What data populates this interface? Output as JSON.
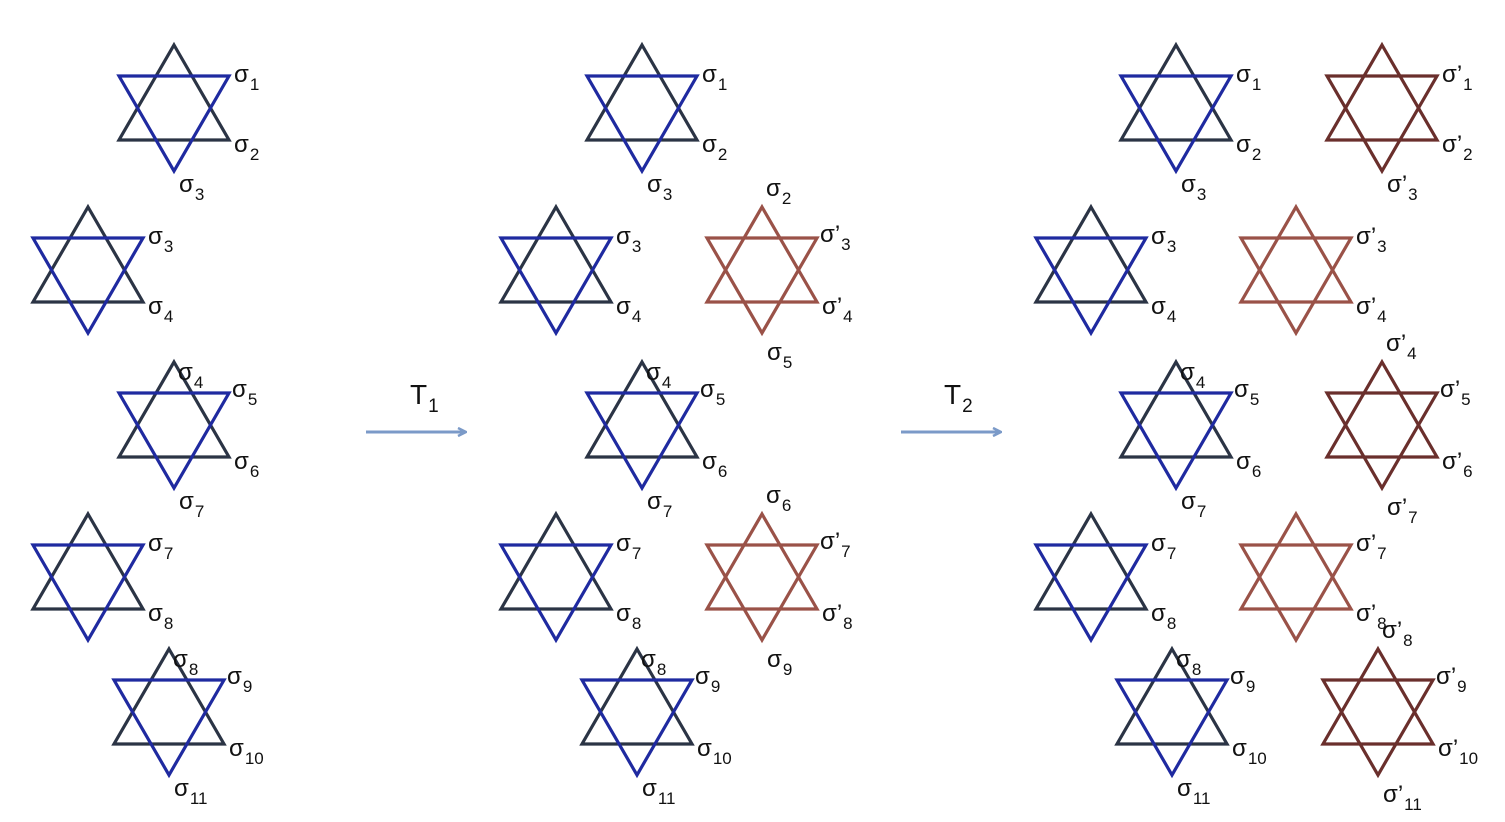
{
  "colors": {
    "up_triangle": "#2b3445",
    "down_triangle": "#1f2aa0",
    "light_brown": "#9a5248",
    "dark_brown": "#6a2f2c",
    "arrow": "#7b9ac8",
    "text": "#111111"
  },
  "operators": [
    {
      "base": "T",
      "sub": "1"
    },
    {
      "base": "T",
      "sub": "2"
    }
  ],
  "columns": [
    {
      "stars": [
        {
          "color": "blue",
          "labels": [
            {
              "base": "σ",
              "sub": "1"
            },
            {
              "base": "σ",
              "sub": "2"
            },
            {
              "base": "σ",
              "sub": "3"
            }
          ]
        },
        {
          "color": "blue",
          "labels": [
            {
              "base": "σ",
              "sub": "3"
            },
            {
              "base": "σ",
              "sub": "4"
            }
          ]
        },
        {
          "color": "blue",
          "labels": [
            {
              "base": "σ",
              "sub": "4"
            },
            {
              "base": "σ",
              "sub": "5"
            },
            {
              "base": "σ",
              "sub": "6"
            },
            {
              "base": "σ",
              "sub": "7"
            }
          ]
        },
        {
          "color": "blue",
          "labels": [
            {
              "base": "σ",
              "sub": "7"
            },
            {
              "base": "σ",
              "sub": "8"
            }
          ]
        },
        {
          "color": "blue",
          "labels": [
            {
              "base": "σ",
              "sub": "8"
            },
            {
              "base": "σ",
              "sub": "9"
            },
            {
              "base": "σ",
              "sub": "10"
            },
            {
              "base": "σ",
              "sub": "11"
            }
          ]
        }
      ]
    },
    {
      "stars": [
        {
          "color": "blue",
          "labels": [
            {
              "base": "σ",
              "sub": "1"
            },
            {
              "base": "σ",
              "sub": "2"
            },
            {
              "base": "σ",
              "sub": "3"
            }
          ]
        },
        {
          "color": "blue",
          "labels": [
            {
              "base": "σ",
              "sub": "3"
            },
            {
              "base": "σ",
              "sub": "4"
            }
          ]
        },
        {
          "color": "light_brown",
          "labels": [
            {
              "base": "σ",
              "sub": "2"
            },
            {
              "base": "σ’",
              "sub": "3"
            },
            {
              "base": "σ’",
              "sub": "4"
            },
            {
              "base": "σ",
              "sub": "5"
            }
          ]
        },
        {
          "color": "blue",
          "labels": [
            {
              "base": "σ",
              "sub": "4"
            },
            {
              "base": "σ",
              "sub": "5"
            },
            {
              "base": "σ",
              "sub": "6"
            },
            {
              "base": "σ",
              "sub": "7"
            }
          ]
        },
        {
          "color": "blue",
          "labels": [
            {
              "base": "σ",
              "sub": "7"
            },
            {
              "base": "σ",
              "sub": "8"
            }
          ]
        },
        {
          "color": "light_brown",
          "labels": [
            {
              "base": "σ",
              "sub": "6"
            },
            {
              "base": "σ’",
              "sub": "7"
            },
            {
              "base": "σ’",
              "sub": "8"
            },
            {
              "base": "σ",
              "sub": "9"
            }
          ]
        },
        {
          "color": "blue",
          "labels": [
            {
              "base": "σ",
              "sub": "8"
            },
            {
              "base": "σ",
              "sub": "9"
            },
            {
              "base": "σ",
              "sub": "10"
            },
            {
              "base": "σ",
              "sub": "11"
            }
          ]
        }
      ]
    },
    {
      "stars": [
        {
          "color": "blue",
          "labels": [
            {
              "base": "σ",
              "sub": "1"
            },
            {
              "base": "σ",
              "sub": "2"
            },
            {
              "base": "σ",
              "sub": "3"
            }
          ]
        },
        {
          "color": "dark_brown",
          "labels": [
            {
              "base": "σ’",
              "sub": "1"
            },
            {
              "base": "σ’",
              "sub": "2"
            },
            {
              "base": "σ’",
              "sub": "3"
            }
          ]
        },
        {
          "color": "blue",
          "labels": [
            {
              "base": "σ",
              "sub": "3"
            },
            {
              "base": "σ",
              "sub": "4"
            }
          ]
        },
        {
          "color": "light_brown",
          "labels": [
            {
              "base": "σ’",
              "sub": "3"
            },
            {
              "base": "σ’",
              "sub": "4"
            }
          ]
        },
        {
          "color": "blue",
          "labels": [
            {
              "base": "σ",
              "sub": "4"
            },
            {
              "base": "σ",
              "sub": "5"
            },
            {
              "base": "σ",
              "sub": "6"
            },
            {
              "base": "σ",
              "sub": "7"
            }
          ]
        },
        {
          "color": "dark_brown",
          "labels": [
            {
              "base": "σ’",
              "sub": "4"
            },
            {
              "base": "σ’",
              "sub": "5"
            },
            {
              "base": "σ’",
              "sub": "6"
            },
            {
              "base": "σ’",
              "sub": "7"
            }
          ]
        },
        {
          "color": "blue",
          "labels": [
            {
              "base": "σ",
              "sub": "7"
            },
            {
              "base": "σ",
              "sub": "8"
            }
          ]
        },
        {
          "color": "light_brown",
          "labels": [
            {
              "base": "σ’",
              "sub": "7"
            },
            {
              "base": "σ’",
              "sub": "8"
            }
          ]
        },
        {
          "color": "blue",
          "labels": [
            {
              "base": "σ",
              "sub": "8"
            },
            {
              "base": "σ",
              "sub": "9"
            },
            {
              "base": "σ",
              "sub": "10"
            },
            {
              "base": "σ",
              "sub": "11"
            }
          ]
        },
        {
          "color": "dark_brown",
          "labels": [
            {
              "base": "σ’",
              "sub": "8"
            },
            {
              "base": "σ’",
              "sub": "9"
            },
            {
              "base": "σ’",
              "sub": "10"
            },
            {
              "base": "σ’",
              "sub": "11"
            }
          ]
        }
      ]
    }
  ]
}
